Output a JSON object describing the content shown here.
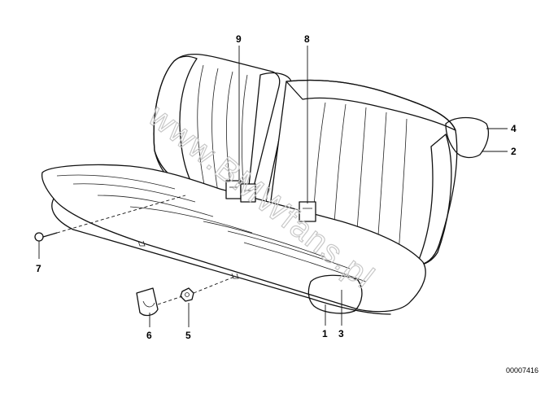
{
  "callouts": [
    {
      "id": "1",
      "label": "1"
    },
    {
      "id": "2",
      "label": "2"
    },
    {
      "id": "3",
      "label": "3"
    },
    {
      "id": "4",
      "label": "4"
    },
    {
      "id": "5",
      "label": "5"
    },
    {
      "id": "6",
      "label": "6"
    },
    {
      "id": "7",
      "label": "7"
    },
    {
      "id": "8",
      "label": "8"
    },
    {
      "id": "9",
      "label": "9"
    }
  ],
  "watermark": "www.BMWfans.pl",
  "document_number": "00007416"
}
